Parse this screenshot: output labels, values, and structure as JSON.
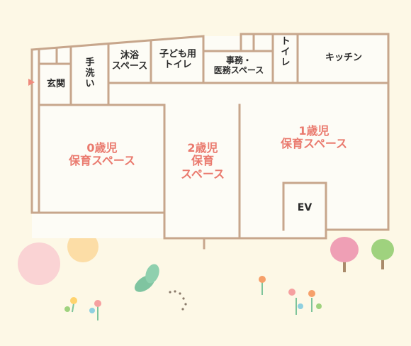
{
  "rooms": {
    "entrance": "玄関",
    "handwash": [
      "手",
      "洗",
      "い"
    ],
    "bath": [
      "沐浴",
      "スペース"
    ],
    "kids_toilet": [
      "子ども用",
      "トイレ"
    ],
    "office": [
      "事務・",
      "医務スペース"
    ],
    "toilet": [
      "ト",
      "イ",
      "レ"
    ],
    "kitchen": "キッチン",
    "age0": [
      "0歳児",
      "保育スペース"
    ],
    "age2": [
      "2歳児",
      "保育",
      "スペース"
    ],
    "age1": [
      "1歳児",
      "保育スペース"
    ],
    "elevator": "EV"
  },
  "colors": {
    "wall": "#c7a68c",
    "room_fill": "#fdfcf6",
    "label_pink": "#ea7a6e",
    "label_dark": "#2a2a2a",
    "background": "#fdf8e6"
  }
}
